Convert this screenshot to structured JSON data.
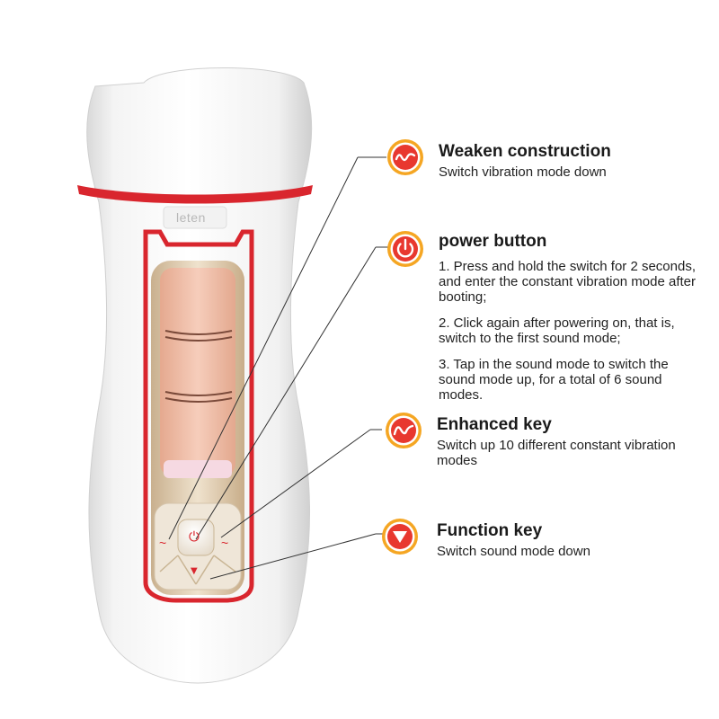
{
  "device": {
    "logo_text": "leten",
    "panel_glyphs": {
      "weaken": "~",
      "power": "⏻",
      "enhance": "~",
      "function": "▼"
    }
  },
  "features": [
    {
      "icon": "wave-down-icon",
      "title": "Weaken construction",
      "desc": [
        "Switch vibration mode down"
      ]
    },
    {
      "icon": "power-icon",
      "title": "power button",
      "desc": [
        "1. Press and hold the switch for 2 seconds, and enter the constant vibration mode after booting;",
        "2. Click again after powering on, that is, switch to the first sound mode;",
        "3. Tap in the sound mode to switch the sound mode up, for a total of 6 sound modes."
      ]
    },
    {
      "icon": "wave-up-icon",
      "title": "Enhanced key",
      "desc": [
        "Switch up 10 different constant vibration modes"
      ]
    },
    {
      "icon": "triangle-down-icon",
      "title": "Function key",
      "desc": [
        "Switch sound mode down"
      ]
    }
  ],
  "colors": {
    "accent_red": "#d9262e",
    "icon_ring_outer": "#f5a623",
    "icon_ring_inner": "#ffffff",
    "icon_fill": "#e8382f",
    "sleeve_pink": "#f1c3b0",
    "body_white": "#f7f7f7",
    "trim_gold": "#d8c3a5"
  }
}
